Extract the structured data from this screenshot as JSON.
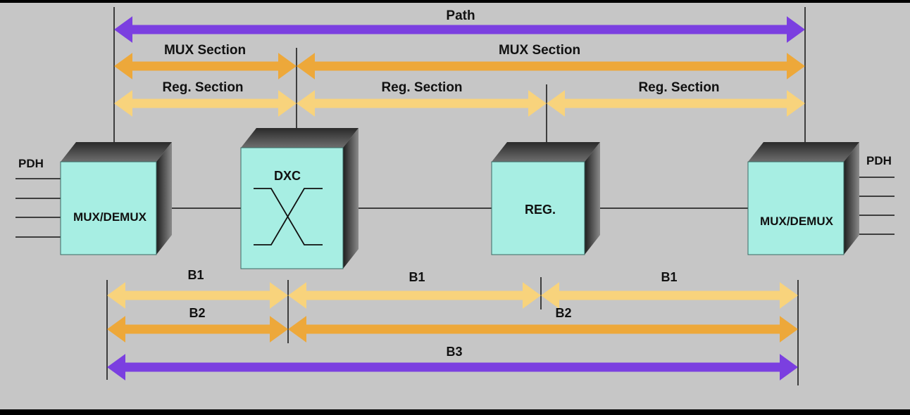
{
  "colors": {
    "background": "#c6c6c6",
    "path": "#7b3fe0",
    "mux_section": "#eda83a",
    "reg_section": "#f8d37c",
    "box_front": "#a7eee3",
    "box_side": "#3f3f3f",
    "line": "#111111"
  },
  "top": {
    "path_label": "Path",
    "mux_sections": [
      "MUX Section",
      "MUX Section"
    ],
    "reg_sections": [
      "Reg. Section",
      "Reg. Section",
      "Reg. Section"
    ]
  },
  "equipment": {
    "left_mux": "MUX/DEMUX",
    "dxc": "DXC",
    "reg": "REG.",
    "right_mux": "MUX/DEMUX"
  },
  "pdh": {
    "left": "PDH",
    "right": "PDH"
  },
  "bottom": {
    "b1": [
      "B1",
      "B1",
      "B1"
    ],
    "b2": [
      "B2",
      "B2"
    ],
    "b3": "B3"
  }
}
